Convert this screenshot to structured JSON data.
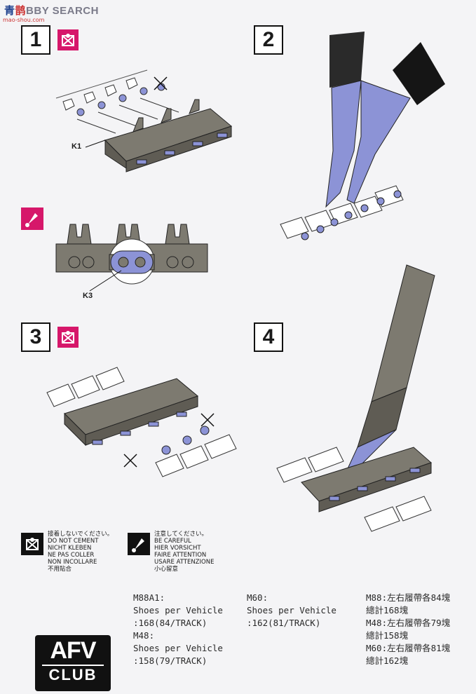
{
  "watermark": {
    "logo_part1": "青",
    "logo_part2": "鹊",
    "logo_part3": "BBY SEARCH",
    "url": "mao-shou.com"
  },
  "steps": [
    {
      "number": "1"
    },
    {
      "number": "2"
    },
    {
      "number": "3"
    },
    {
      "number": "4"
    }
  ],
  "callouts": {
    "k1": "K1",
    "k3": "K3"
  },
  "icons": {
    "no_cement": "no-cement-icon",
    "careful": "careful-icon"
  },
  "legend": {
    "no_cement_text": "接着しないでください。\nDO NOT CEMENT\nNICHT KLEBEN\nNE PAS COLLER\nNON INCOLLARE\n不用貼合",
    "careful_text": "注意してください。\nBE CAREFUL\nHIER VORSICHT\nFAIRE ATTENTION\nUSARE ATTENZIONE\n小心留意"
  },
  "track_info": {
    "col1": "M88A1:\nShoes per Vehicle\n:168(84/TRACK)\nM48:\nShoes per Vehicle\n:158(79/TRACK)",
    "col2": "M60:\nShoes per Vehicle\n:162(81/TRACK)",
    "col3_lines": [
      "M88:左右履帶各84塊",
      "總計168塊",
      "M48:左右履帶各79塊",
      "總計158塊",
      "M60:左右履帶各81塊",
      "總計162塊"
    ]
  },
  "brand": {
    "top": "AFV",
    "bottom": "CLUB"
  },
  "colors": {
    "track_gray": "#7d7a70",
    "pin_blue": "#8c93d6",
    "magenta": "#d6176a"
  }
}
